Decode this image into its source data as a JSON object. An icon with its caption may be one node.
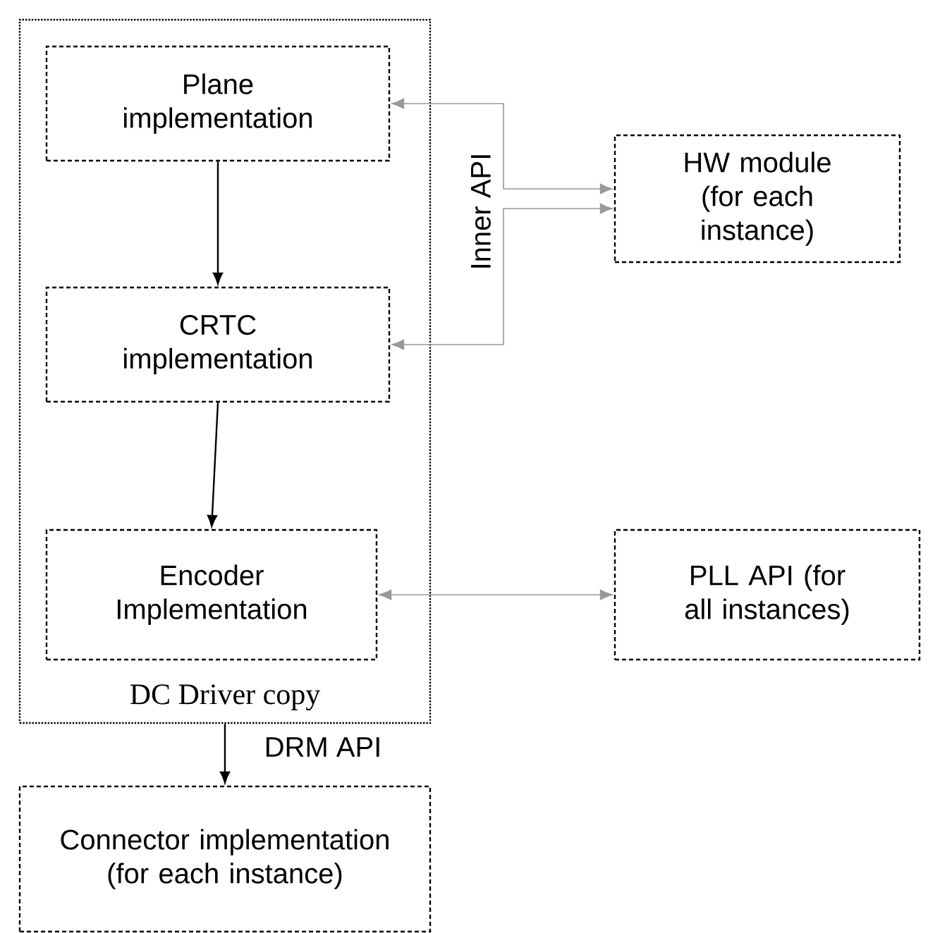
{
  "diagram": {
    "nodes": [
      {
        "text": [
          "DC Driver copy"
        ]
      },
      {
        "text": [
          "Plane implementation"
        ],
        "in": 0
      },
      {
        "text": [
          "CRTC implementation"
        ],
        "in": 0
      },
      {
        "text": [
          "Encoder Implementation"
        ],
        "in": 0
      },
      {
        "text": [
          "HW module (for each instance)"
        ]
      },
      {
        "text": [
          "PLL API (for all instances)"
        ]
      },
      {
        "text": [
          "Connector implementation (for each instance)"
        ]
      }
    ],
    "edges": [
      {
        "from": 1,
        "to": 2,
        "arrow": "to"
      },
      {
        "from": 2,
        "to": 3,
        "arrow": "to"
      },
      {
        "from": 0,
        "to": 6,
        "arrow": "to",
        "label": "DRM API"
      },
      {
        "from": 4,
        "to": 1,
        "arrow": "both",
        "label": "Inner API",
        "color": "#999999"
      },
      {
        "from": 4,
        "to": 2,
        "arrow": "both",
        "color": "#999999"
      },
      {
        "from": 3,
        "to": 5,
        "arrow": "both",
        "color": "#999999"
      }
    ]
  }
}
